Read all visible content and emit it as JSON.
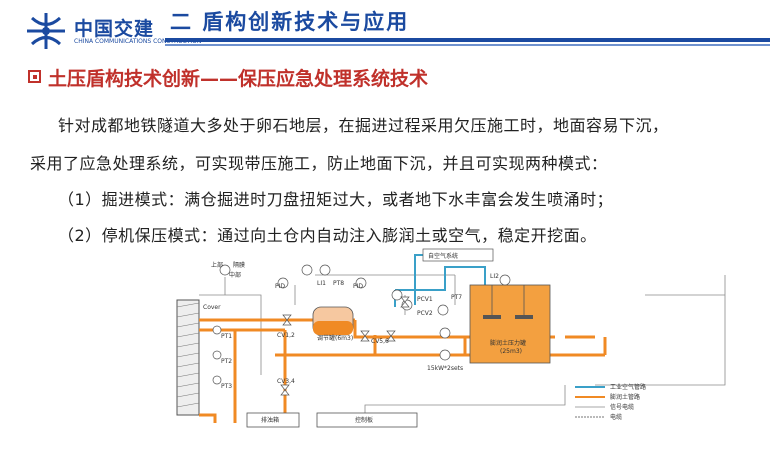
{
  "header": {
    "logo_cn": "中国交建",
    "logo_en": "CHINA COMMUNICATIONS CONSTRUCTION",
    "title": "二  盾构创新技术与应用"
  },
  "section": {
    "subtitle": "土压盾构技术创新——保压应急处理系统技术"
  },
  "body": {
    "line1": "针对成都地铁隧道大多处于卵石地层，在掘进过程采用欠压施工时，地面容易下沉，",
    "line2": "采用了应急处理系统，可实现带压施工，防止地面下沉，并且可实现两种模式：",
    "line3": "（1）掘进模式：满仓掘进时刀盘扭矩过大，或者地下水丰富会发生喷涌时；",
    "line4": "（2）停机保压模式：通过向土仓内自动注入膨润土或空气，稳定开挖面。"
  },
  "diagram": {
    "air_source": "自空气系统",
    "tank_label": "调节罐(6m3)",
    "bentonite_tank_1": "膨润土压力罐",
    "bentonite_tank_2": "(25m3)",
    "pump_label": "15kW*2sets",
    "drain_label": "排浊箱",
    "control_label": "控制板",
    "top_label": "上部",
    "mid_label": "中部",
    "blank_label": "隔膜",
    "cover_label": "Cover",
    "pt1": "PT1",
    "pt2": "PT2",
    "pt3": "PT3",
    "pt7": "PT7",
    "pt8": "PT8",
    "li1": "LI1",
    "li2": "LI2",
    "pid1": "PID",
    "pid2": "PID",
    "pcv1": "PCV1",
    "pcv2": "PCV2",
    "cv12": "CV1,2",
    "cv34": "CV3,4",
    "cv56": "CV5,6",
    "legend": [
      {
        "label": "工业空气管路",
        "color": "#3aa0c8"
      },
      {
        "label": "膨润土管路",
        "color": "#f08a24"
      },
      {
        "label": "信号电缆",
        "color": "#8a8a8a"
      },
      {
        "label": "电缆",
        "color": "#4a4a4a"
      }
    ],
    "colors": {
      "air": "#3aa0c8",
      "bentonite": "#f08a24",
      "signal": "#8a8a8a",
      "tank": "#f3a040"
    }
  }
}
